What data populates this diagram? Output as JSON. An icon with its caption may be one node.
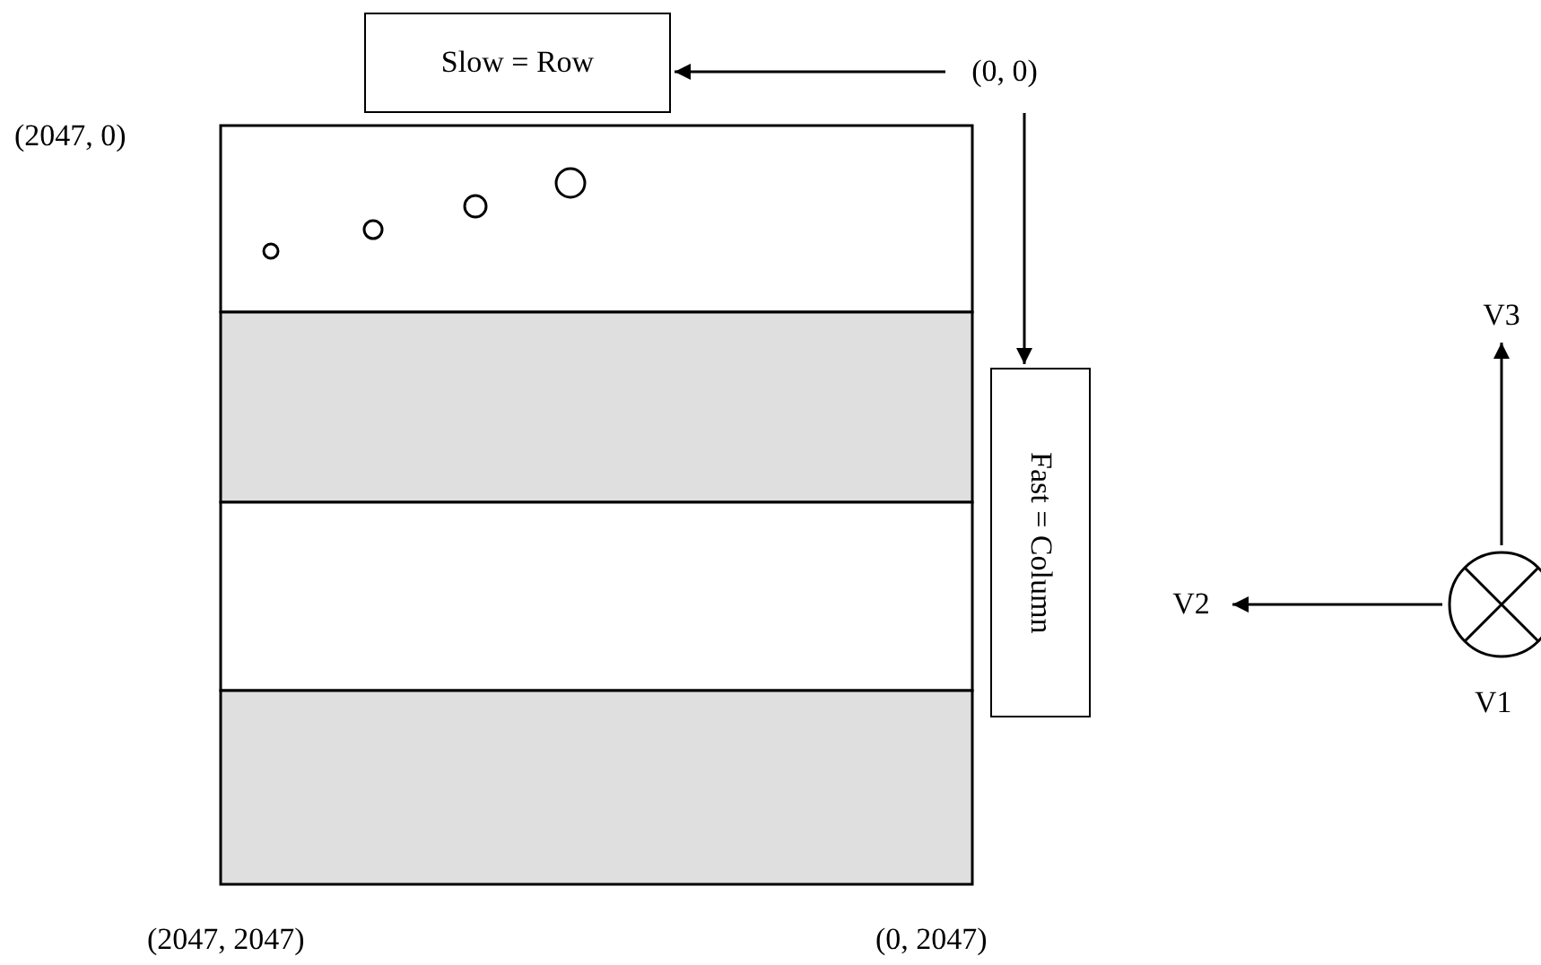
{
  "diagram": {
    "nodes": [
      {
        "text": [
          "Slow = Row"
        ]
      },
      {
        "text": [
          "(0, 0)"
        ]
      },
      {
        "text": [
          "Fast = Column"
        ]
      },
      {
        "text": [
          "V3"
        ]
      },
      {
        "text": [],
        "shape": "circle",
        "beside": [
          "V1"
        ]
      },
      {
        "text": [
          "V2"
        ]
      }
    ],
    "edges": [
      {
        "from": 1,
        "to": 0,
        "arrow": "to"
      },
      {
        "from": 1,
        "to": 2,
        "arrow": "to"
      },
      {
        "from": 4,
        "to": 3,
        "arrow": "to"
      },
      {
        "from": 4,
        "to": 5,
        "arrow": "to"
      }
    ],
    "labels": [
      "(2047, 0)",
      "(2047, 2047)",
      "(0, 2047)"
    ]
  }
}
